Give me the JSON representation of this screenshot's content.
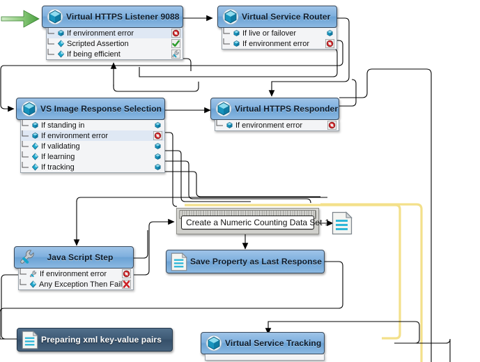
{
  "app": {
    "view_name": "virtual-service-workflow-canvas",
    "background_color": "#ffffff",
    "accent_color": "#7fb0de",
    "selected_wire_color": "#f5e49a",
    "wire_color": "#000000"
  },
  "start_marker": {
    "name": "start-arrow",
    "color": "#57b04a"
  },
  "nodes": [
    {
      "id": "virtual-https-listener",
      "title": "Virtual HTTPS Listener 9088",
      "icon": "cube-icon",
      "style": "light",
      "children": [
        {
          "label": "If environment error",
          "icon": "cube-icon",
          "status": "blocked-icon",
          "selected": true
        },
        {
          "label": "Scripted Assertion",
          "icon": "diamond-icon",
          "status": "check-icon",
          "selected": false
        },
        {
          "label": "If being efficient",
          "icon": "diamond-icon",
          "status": "wrench-icon",
          "selected": false
        }
      ]
    },
    {
      "id": "virtual-service-router",
      "title": "Virtual Service Router",
      "icon": "cube-icon",
      "style": "light",
      "children": [
        {
          "label": "If live or failover",
          "icon": "cube-icon",
          "status": "cube-icon",
          "selected": false
        },
        {
          "label": "If environment error",
          "icon": "cube-icon",
          "status": "blocked-icon",
          "selected": false
        }
      ]
    },
    {
      "id": "vs-image-response-selection",
      "title": "VS Image Response Selection",
      "icon": "cube-icon",
      "style": "light",
      "children": [
        {
          "label": "If standing in",
          "icon": "cube-icon",
          "status": "cube-icon",
          "selected": false
        },
        {
          "label": "If environment error",
          "icon": "cube-icon",
          "status": "blocked-icon",
          "selected": true
        },
        {
          "label": "If validating",
          "icon": "diamond-icon",
          "status": "cube-icon",
          "selected": false
        },
        {
          "label": "If learning",
          "icon": "diamond-icon",
          "status": "cube-icon",
          "selected": false
        },
        {
          "label": "If tracking",
          "icon": "diamond-icon",
          "status": "cube-icon",
          "selected": false
        }
      ]
    },
    {
      "id": "virtual-https-responder",
      "title": "Virtual HTTPS Responder",
      "icon": "cube-icon",
      "style": "light",
      "children": [
        {
          "label": "If environment error",
          "icon": "cube-icon",
          "status": "blocked-icon",
          "selected": false
        }
      ]
    },
    {
      "id": "java-script-step",
      "title": "Java Script Step",
      "icon": "wrench-icon",
      "style": "light",
      "children": [
        {
          "label": "If environment error",
          "icon": "wrench-icon",
          "status": "blocked-icon",
          "selected": false
        },
        {
          "label": "Any Exception Then Fail",
          "icon": "diamond-icon",
          "status": "fail-x-icon",
          "selected": false
        }
      ]
    },
    {
      "id": "save-property-as-last-response",
      "title": "Save Property as Last Response",
      "icon": "document-icon",
      "style": "light",
      "children": []
    },
    {
      "id": "preparing-xml-key-value-pairs",
      "title": "Preparing xml key-value pairs",
      "icon": "document-icon",
      "style": "dark",
      "children": []
    },
    {
      "id": "virtual-service-tracking",
      "title": "Virtual Service Tracking",
      "icon": "cube-icon",
      "style": "light",
      "children": []
    }
  ],
  "data_set_node": {
    "id": "create-numeric-counting-data-set",
    "label": "Create a Numeric Counting Data Set-1",
    "icon": "notebook-rings"
  },
  "standalone_doc": {
    "id": "response-document",
    "icon": "document-icon"
  }
}
